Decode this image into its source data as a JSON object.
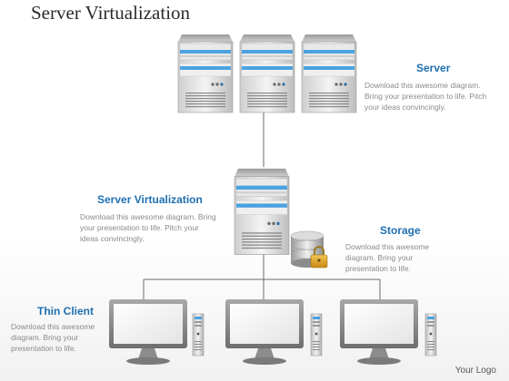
{
  "title": "Server Virtualization",
  "server": {
    "heading": "Server",
    "text": "Download this awesome diagram. Bring your presentation to life. Pitch your ideas convincingly."
  },
  "virtualization": {
    "heading": "Server Virtualization",
    "text": "Download this awesome diagram. Bring your presentation to life. Pitch your ideas convincingly."
  },
  "storage": {
    "heading": "Storage",
    "text": "Download this awesome diagram. Bring your presentation to life."
  },
  "thin_client": {
    "heading": "Thin Client",
    "text": "Download this awesome diagram. Bring your presentation to life."
  },
  "logo": "Your Logo",
  "colors": {
    "heading": "#1f6fb0",
    "server_stripe": "#4aa3e0",
    "lock": "#e0a92a"
  }
}
